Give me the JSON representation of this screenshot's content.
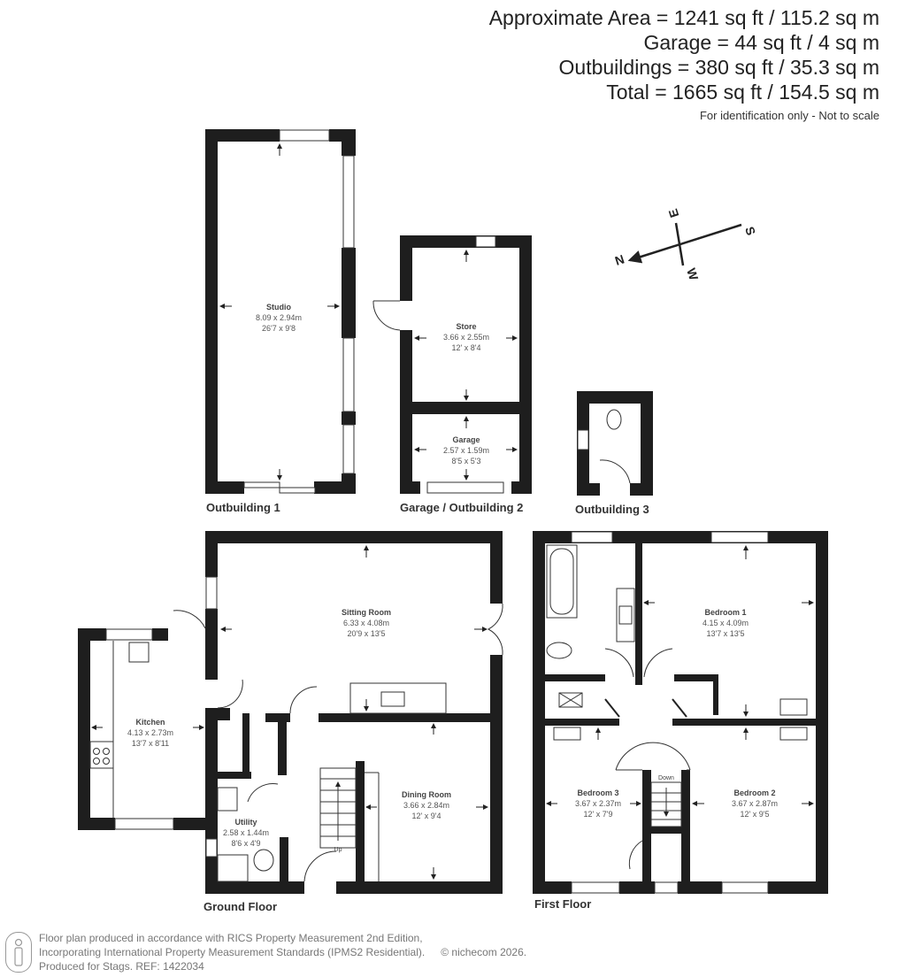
{
  "areas": {
    "lines": [
      "Approximate Area = 1241 sq ft / 115.2 sq m",
      "Garage = 44 sq ft / 4 sq m",
      "Outbuildings = 380 sq ft / 35.3 sq m",
      "Total = 1665 sq ft / 154.5 sq m"
    ],
    "note": "For identification only - Not to scale"
  },
  "compass": {
    "n": "N",
    "s": "S",
    "e": "E",
    "w": "W"
  },
  "outbuildings": {
    "ob1_label": "Outbuilding 1",
    "ob2_label": "Garage / Outbuilding 2",
    "ob3_label": "Outbuilding 3",
    "studio": {
      "name": "Studio",
      "metric": "8.09 x 2.94m",
      "imperial": "26'7 x 9'8"
    },
    "store": {
      "name": "Store",
      "metric": "3.66 x 2.55m",
      "imperial": "12' x 8'4"
    },
    "garage": {
      "name": "Garage",
      "metric": "2.57 x 1.59m",
      "imperial": "8'5 x 5'3"
    }
  },
  "ground_floor": {
    "label": "Ground Floor",
    "sitting_room": {
      "name": "Sitting Room",
      "metric": "6.33 x 4.08m",
      "imperial": "20'9 x 13'5"
    },
    "kitchen": {
      "name": "Kitchen",
      "metric": "4.13 x 2.73m",
      "imperial": "13'7 x 8'11"
    },
    "dining_room": {
      "name": "Dining Room",
      "metric": "3.66 x 2.84m",
      "imperial": "12' x 9'4"
    },
    "utility": {
      "name": "Utility",
      "metric": "2.58 x 1.44m",
      "imperial": "8'6 x 4'9"
    },
    "stairs_label": "Up"
  },
  "first_floor": {
    "label": "First Floor",
    "bedroom1": {
      "name": "Bedroom 1",
      "metric": "4.15 x 4.09m",
      "imperial": "13'7 x 13'5"
    },
    "bedroom2": {
      "name": "Bedroom 2",
      "metric": "3.67 x 2.87m",
      "imperial": "12' x 9'5"
    },
    "bedroom3": {
      "name": "Bedroom 3",
      "metric": "3.67 x 2.37m",
      "imperial": "12' x 7'9"
    },
    "stairs_label": "Down"
  },
  "footer": {
    "line1": "Floor plan produced in accordance with RICS Property Measurement 2nd Edition,",
    "line2": "Incorporating International Property Measurement Standards (IPMS2 Residential).",
    "copyright": "© nichecom 2026.",
    "line3": "Produced for Stags.   REF: 1422034"
  }
}
